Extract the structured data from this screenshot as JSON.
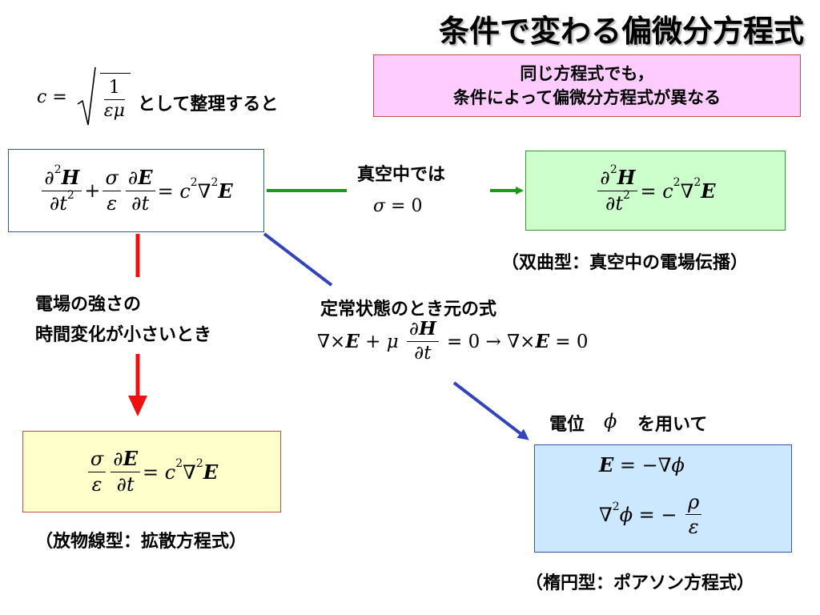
{
  "title": "条件で変わる偏微分方程式",
  "note": {
    "line1": "同じ方程式でも，",
    "line2": "条件によって偏微分方程式が異なる"
  },
  "c_text": "として整理すると",
  "vacuum_label": "真空中では",
  "vacuum_type": "（双曲型：真空中の電場伝播）",
  "slow_label_1": "電場の強さの",
  "slow_label_2": "時間変化が小さいとき",
  "diffusion_type": "（放物線型：拡散方程式）",
  "steady_label": "定常状態のとき元の式",
  "potential_label_pre": "電位",
  "potential_label_post": "を用いて",
  "elliptic_type": "（楕円型：ポアソン方程式）",
  "colors": {
    "green_arrow": "#1a9a1a",
    "red_arrow": "#ee1111",
    "blue_arrow": "#3344bb"
  }
}
